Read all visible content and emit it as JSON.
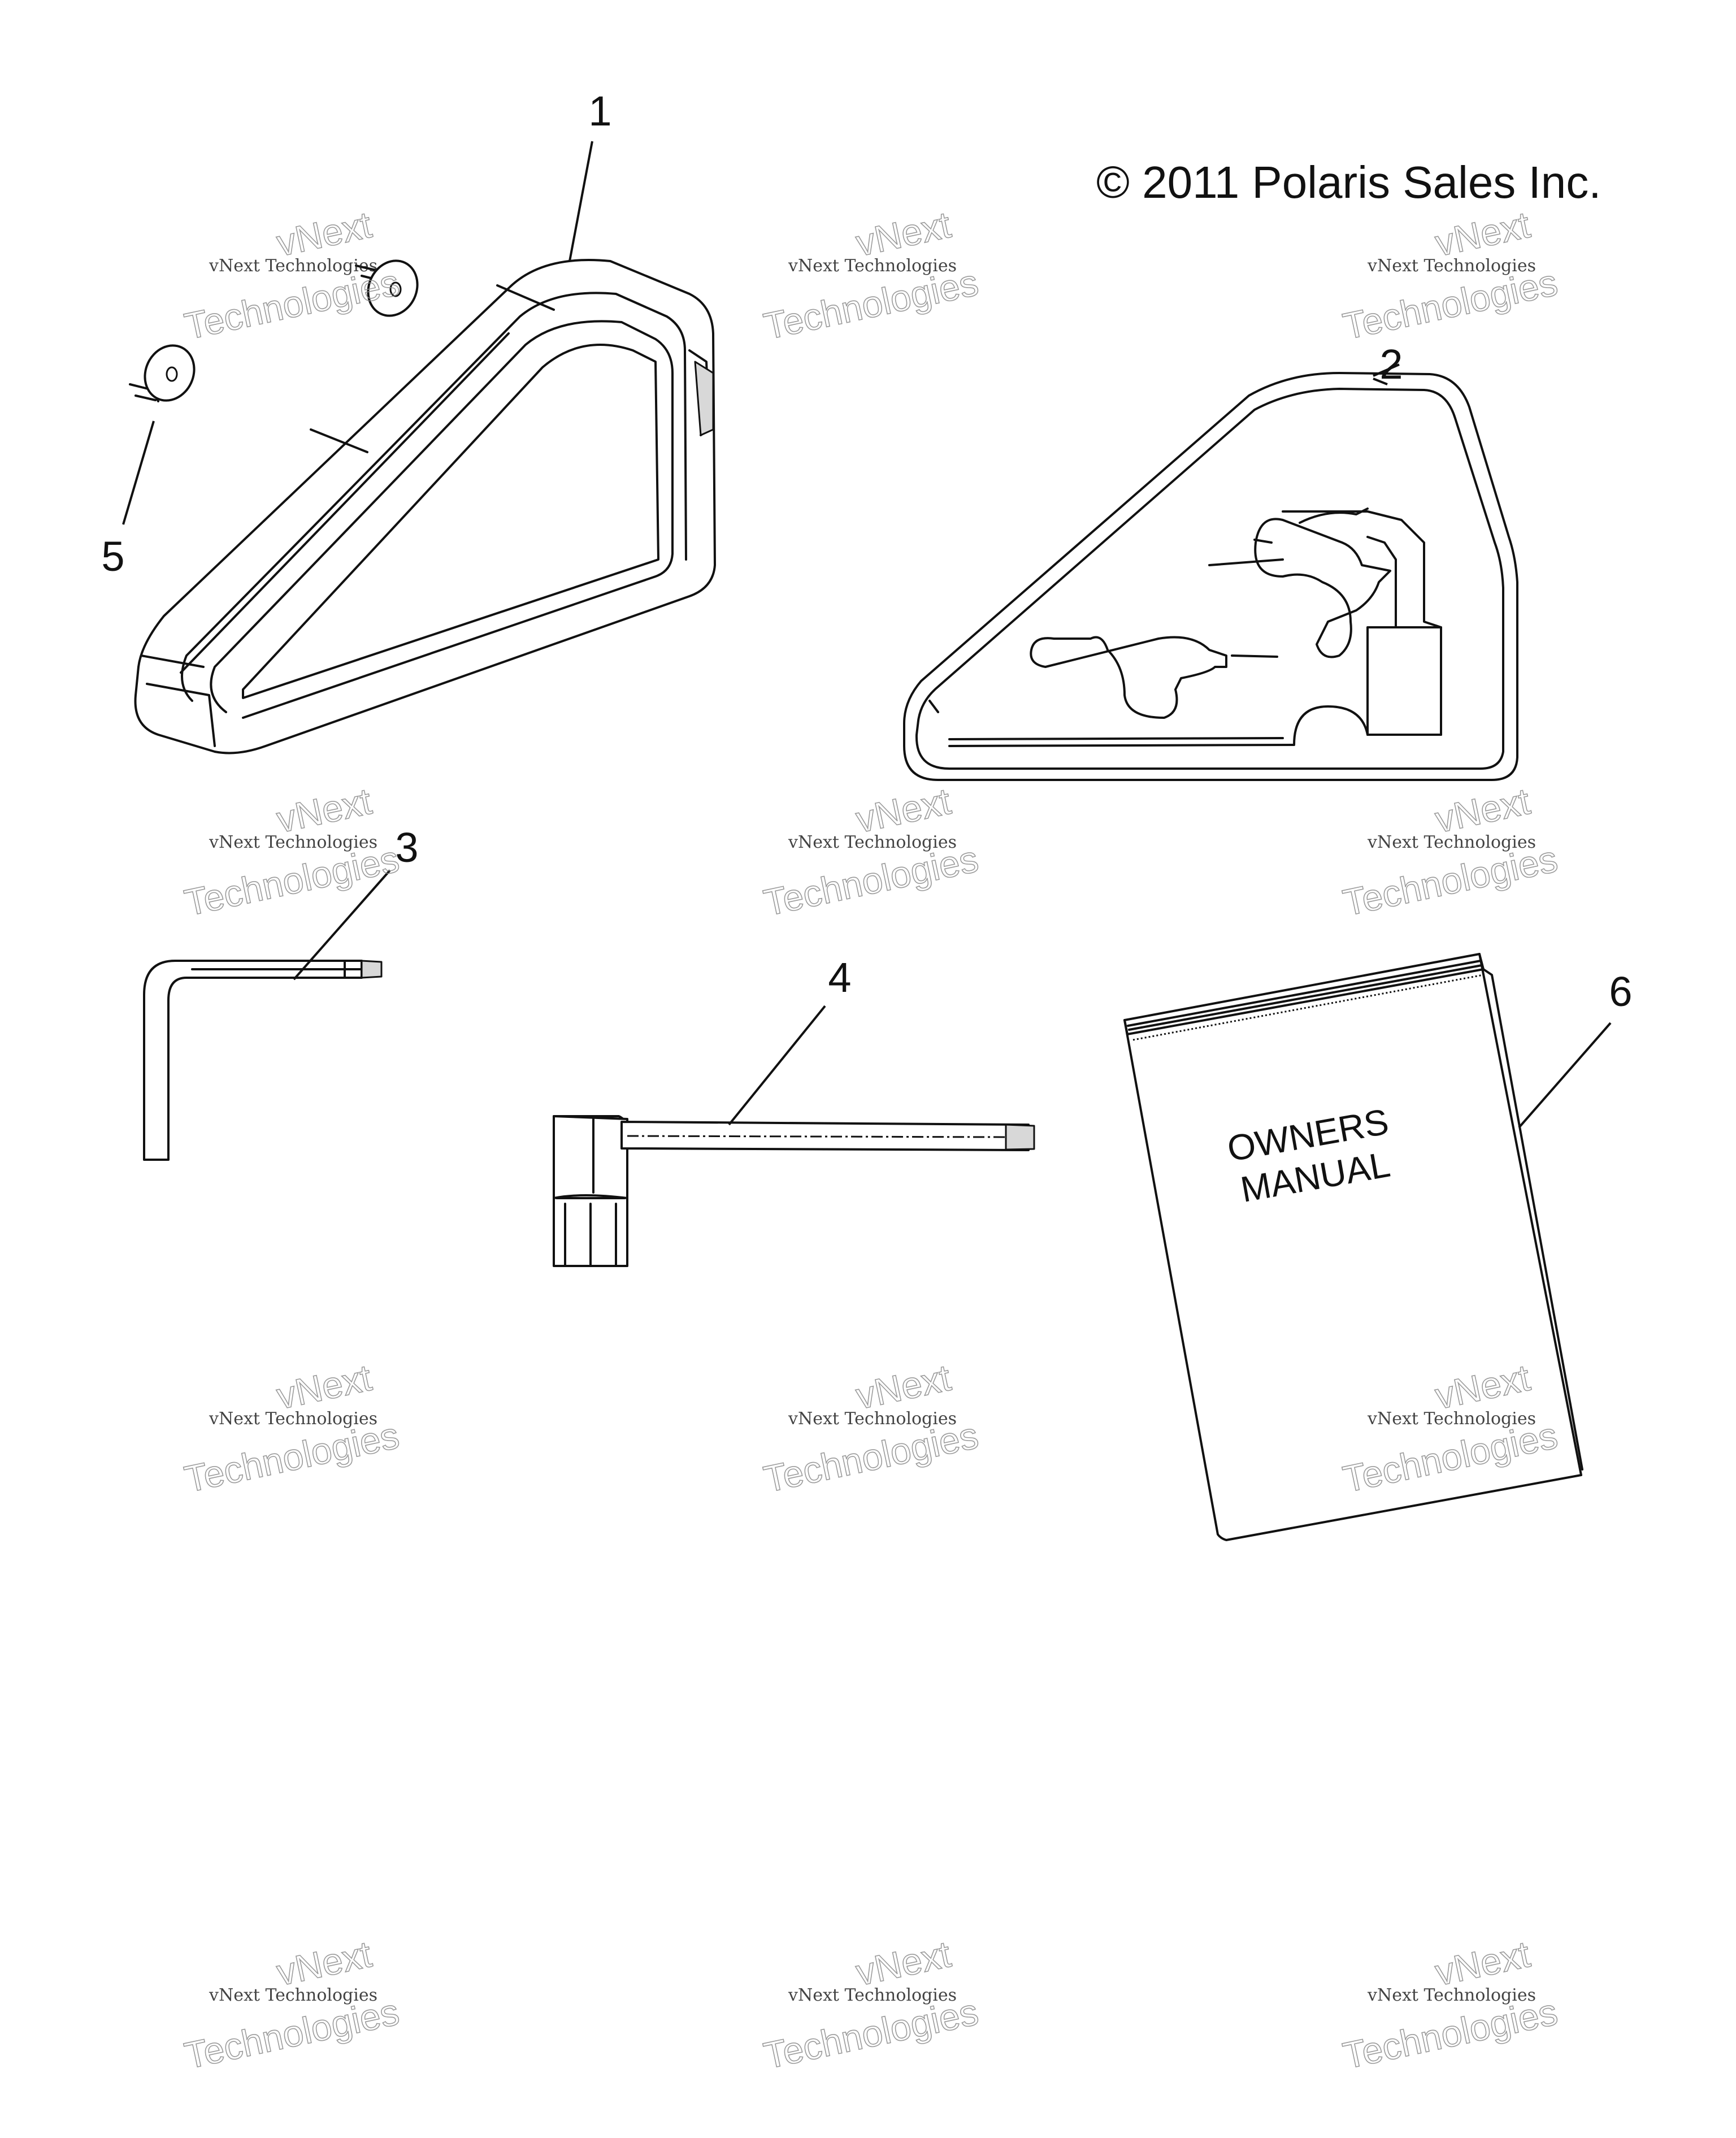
{
  "diagram": {
    "copyright": "© 2011 Polaris Sales Inc.",
    "callouts": {
      "tool_bag": "1",
      "tool_tray": "2",
      "hex_key": "3",
      "spark_plug_wrench": "4",
      "push_rivet": "5",
      "owners_manual": "6"
    },
    "manual_cover": {
      "line1": "OWNERS",
      "line2": "MANUAL"
    },
    "watermark": {
      "top_line": "vNext Technologies",
      "script_line1": "vNext",
      "script_line2": "Technologies"
    }
  }
}
